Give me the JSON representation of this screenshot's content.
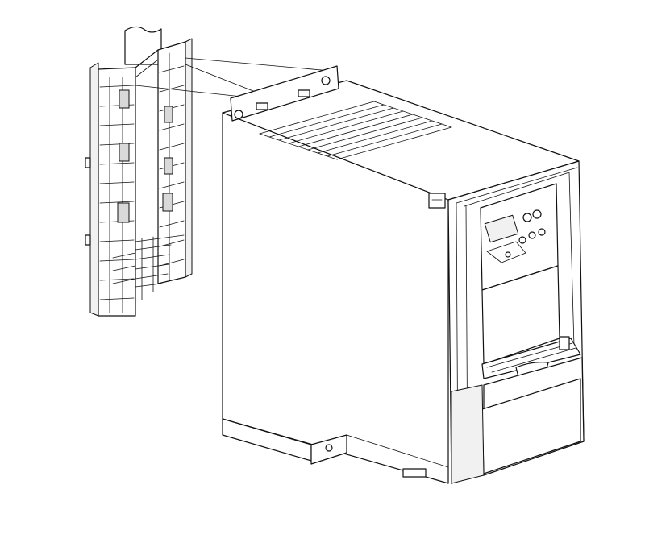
{
  "figure": {
    "colors": {
      "line": "#111111",
      "background": "#ffffff",
      "shade": "#f1f1f1"
    },
    "parts": [
      {
        "id": "mounting-bracket",
        "icon": "rail-adapter-bracket"
      },
      {
        "id": "drive-housing",
        "icon": "inverter-drive-unit"
      },
      {
        "id": "operator-panel",
        "icon": "display-panel"
      },
      {
        "id": "terminal-cover",
        "icon": "hinged-cover"
      }
    ]
  }
}
